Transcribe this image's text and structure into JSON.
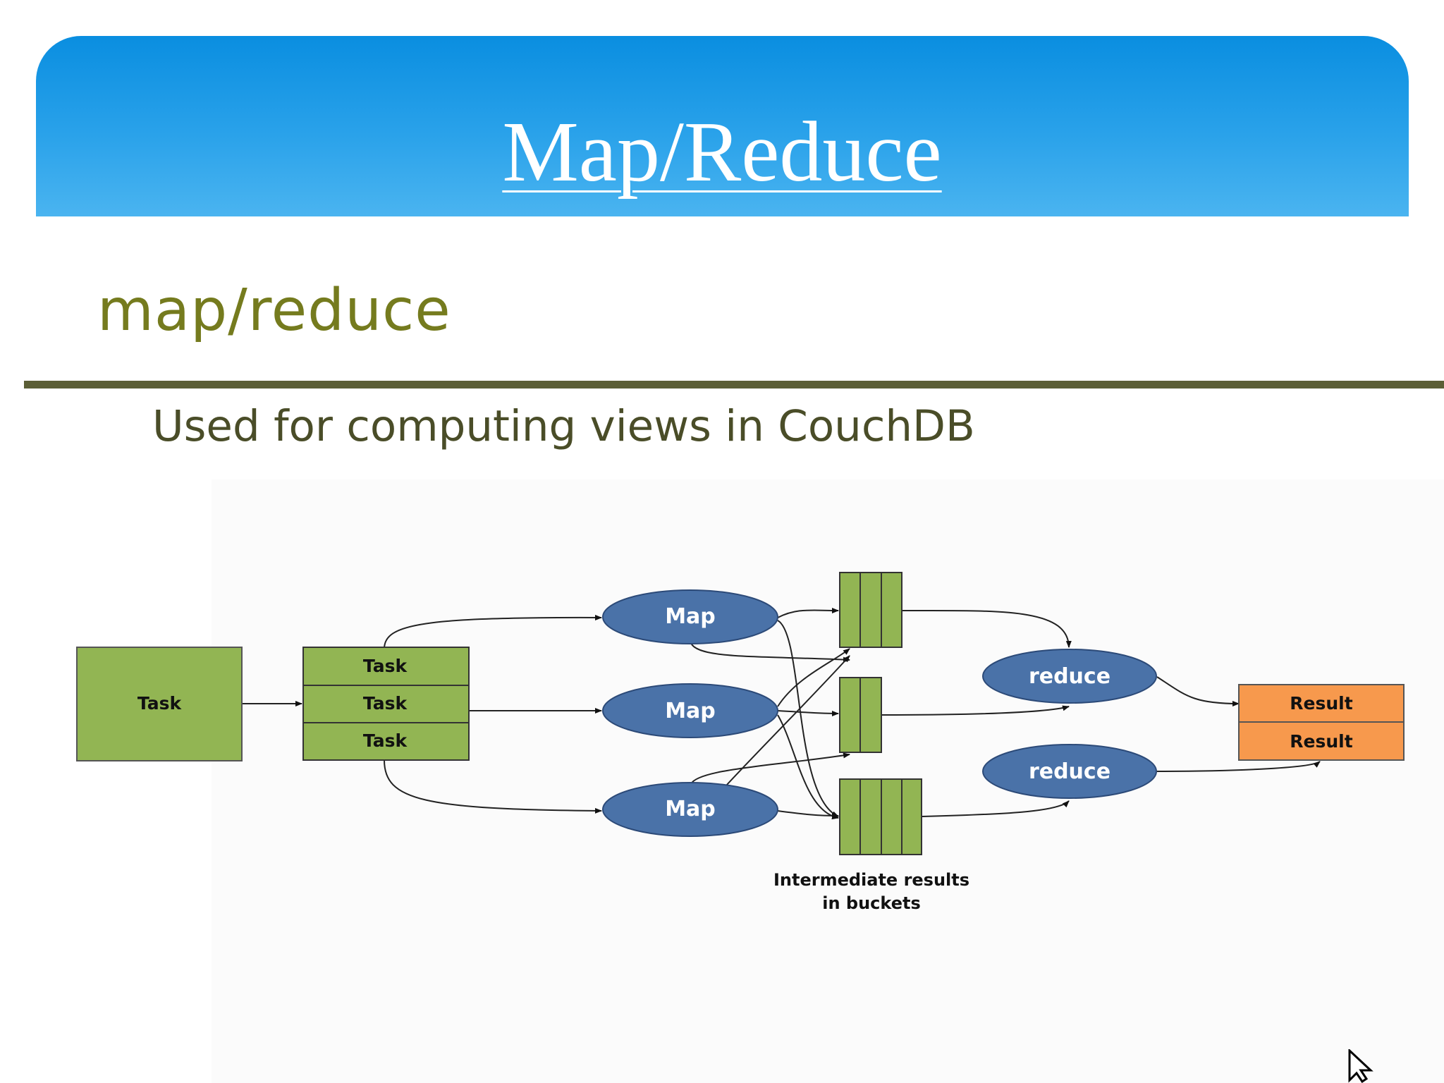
{
  "slide": {
    "title": "Map/Reduce"
  },
  "embedded": {
    "heading": "map/reduce",
    "subtitle": "Used for computing views in CouchDB"
  },
  "diagram": {
    "task": "Task",
    "split_tasks": [
      "Task",
      "Task",
      "Task"
    ],
    "maps": [
      "Map",
      "Map",
      "Map"
    ],
    "reduces": [
      "reduce",
      "reduce"
    ],
    "results": [
      "Result",
      "Result"
    ],
    "bucket_caption_line1": "Intermediate results",
    "bucket_caption_line2": "in buckets"
  },
  "colors": {
    "title_bar_top": "#0a8ee0",
    "title_bar_bottom": "#4ab4f0",
    "heading": "#757b1e",
    "rule": "#5b5e36",
    "subtitle": "#4a4d28",
    "task_green": "#92b553",
    "ellipse_blue": "#4a72a8",
    "result_orange": "#f7994d"
  }
}
